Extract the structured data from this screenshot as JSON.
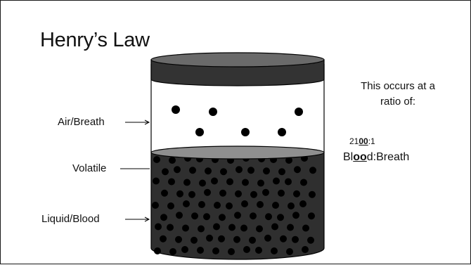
{
  "title": "Henry’s Law",
  "labels": {
    "air": "Air/Breath",
    "volatile": "Volatile",
    "liquid": "Liquid/Blood"
  },
  "note": {
    "line1": "This occurs at a",
    "line2": "ratio of:"
  },
  "ratio": {
    "a": "21",
    "b": "00",
    "c": ":1"
  },
  "ratio_words": {
    "a": "Bl",
    "b": "oo",
    "c": "d:Breath"
  },
  "colors": {
    "lid": "#333333",
    "liquid": "#2f2f2f",
    "liquid_top": "#8f8f8f",
    "dots": "#000000"
  }
}
